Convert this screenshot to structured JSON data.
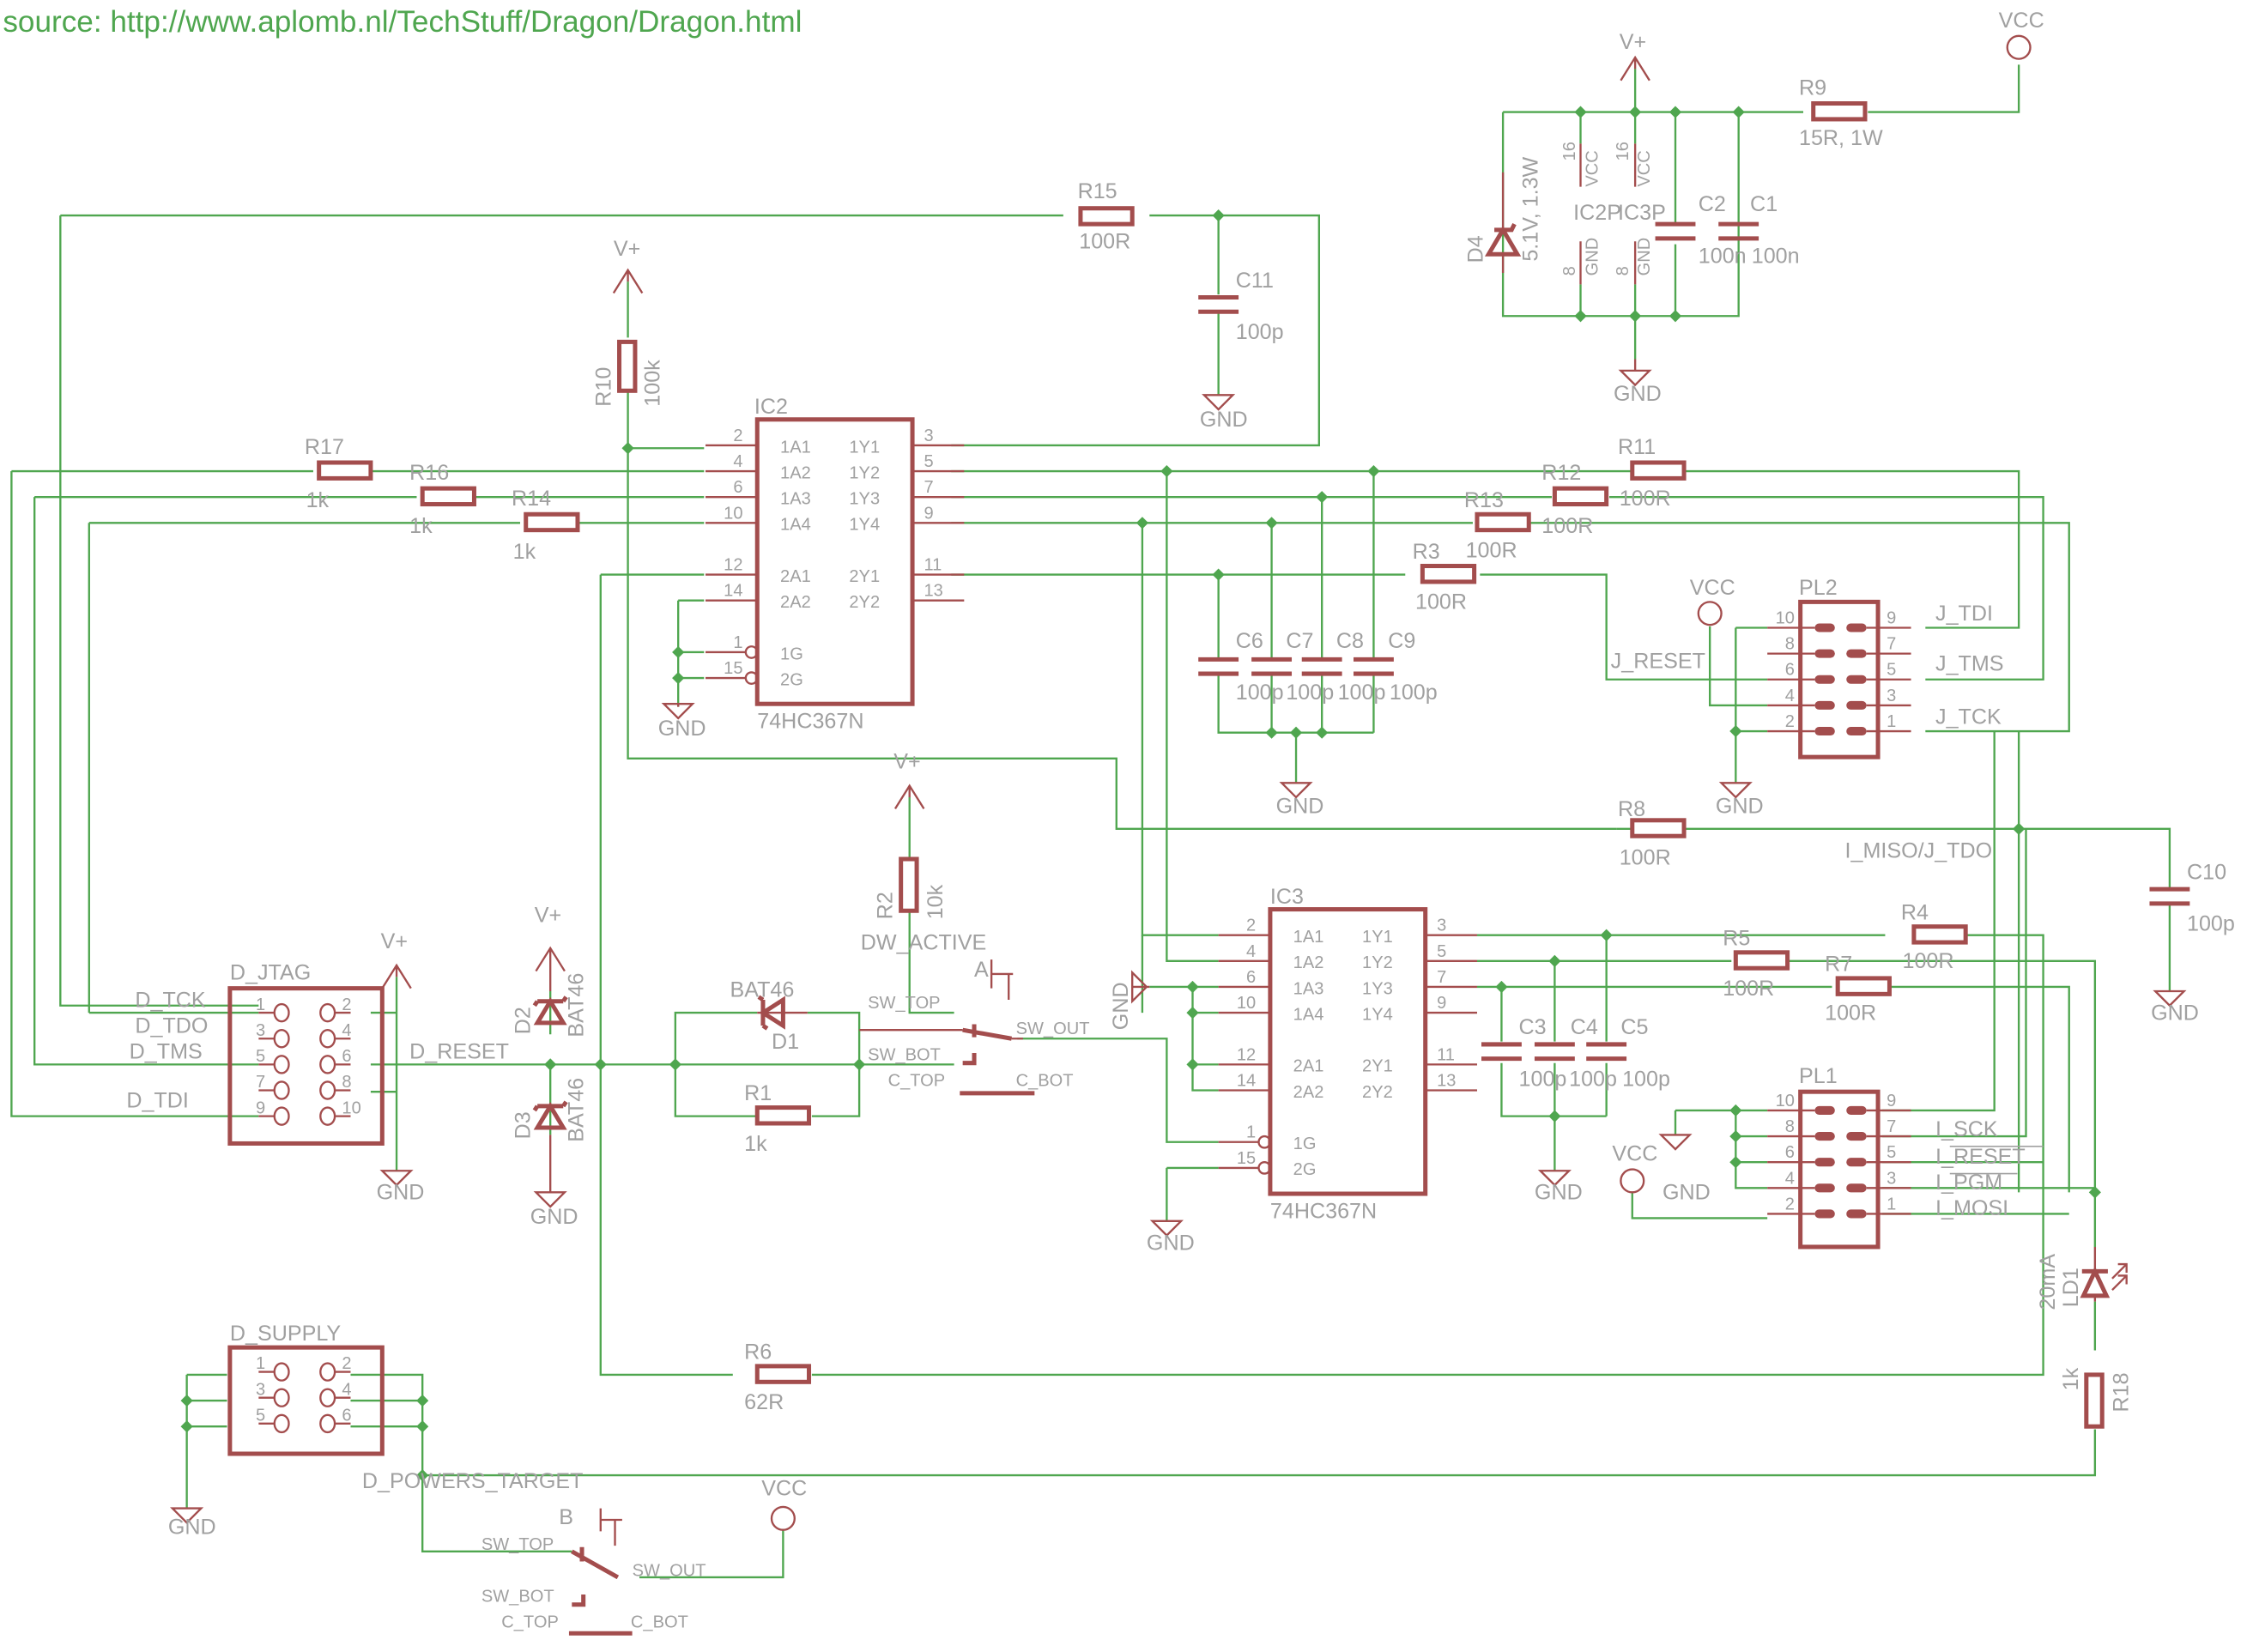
{
  "source_caption": "source: http://www.aplomb.nl/TechStuff/Dragon/Dragon.html",
  "colors": {
    "wire": "#4fa64f",
    "component": "#a34d4d",
    "label": "#a0a0a0",
    "caption": "#4fa64f"
  },
  "power": {
    "vplus": "V+",
    "vcc": "VCC",
    "gnd": "GND"
  },
  "ic2": {
    "name": "IC2",
    "part": "74HC367N",
    "left_pins": [
      {
        "num": "2",
        "name": "1A1"
      },
      {
        "num": "4",
        "name": "1A2"
      },
      {
        "num": "6",
        "name": "1A3"
      },
      {
        "num": "10",
        "name": "1A4"
      },
      {
        "num": "12",
        "name": "2A1"
      },
      {
        "num": "14",
        "name": "2A2"
      },
      {
        "num": "1",
        "name": "1G"
      },
      {
        "num": "15",
        "name": "2G"
      }
    ],
    "right_pins": [
      {
        "num": "3",
        "name": "1Y1"
      },
      {
        "num": "5",
        "name": "1Y2"
      },
      {
        "num": "7",
        "name": "1Y3"
      },
      {
        "num": "9",
        "name": "1Y4"
      },
      {
        "num": "11",
        "name": "2Y1"
      },
      {
        "num": "13",
        "name": "2Y2"
      }
    ]
  },
  "ic3": {
    "name": "IC3",
    "part": "74HC367N",
    "left_pins": [
      {
        "num": "2",
        "name": "1A1"
      },
      {
        "num": "4",
        "name": "1A2"
      },
      {
        "num": "6",
        "name": "1A3"
      },
      {
        "num": "10",
        "name": "1A4"
      },
      {
        "num": "12",
        "name": "2A1"
      },
      {
        "num": "14",
        "name": "2A2"
      },
      {
        "num": "1",
        "name": "1G"
      },
      {
        "num": "15",
        "name": "2G"
      }
    ],
    "right_pins": [
      {
        "num": "3",
        "name": "1Y1"
      },
      {
        "num": "5",
        "name": "1Y2"
      },
      {
        "num": "7",
        "name": "1Y3"
      },
      {
        "num": "9",
        "name": "1Y4"
      },
      {
        "num": "11",
        "name": "2Y1"
      },
      {
        "num": "13",
        "name": "2Y2"
      }
    ]
  },
  "power_block": {
    "ic2p": "IC2P",
    "ic3p": "IC3P",
    "vcc_pin": "16",
    "vcc_name": "VCC",
    "gnd_pin": "8",
    "gnd_name": "GND",
    "d4": {
      "name": "D4",
      "value": "5.1V, 1.3W"
    },
    "r9": {
      "name": "R9",
      "value": "15R, 1W"
    },
    "c2": {
      "name": "C2",
      "value": "100n"
    },
    "c1": {
      "name": "C1",
      "value": "100n"
    }
  },
  "resistors": {
    "r1": {
      "name": "R1",
      "value": "1k"
    },
    "r2": {
      "name": "R2",
      "value": "10k"
    },
    "r3": {
      "name": "R3",
      "value": "100R"
    },
    "r4": {
      "name": "R4",
      "value": "100R"
    },
    "r5": {
      "name": "R5",
      "value": "100R"
    },
    "r6": {
      "name": "R6",
      "value": "62R"
    },
    "r7": {
      "name": "R7",
      "value": "100R"
    },
    "r8": {
      "name": "R8",
      "value": "100R"
    },
    "r10": {
      "name": "R10",
      "value": "100k"
    },
    "r11": {
      "name": "R11",
      "value": "100R"
    },
    "r12": {
      "name": "R12",
      "value": "100R"
    },
    "r13": {
      "name": "R13",
      "value": "100R"
    },
    "r14": {
      "name": "R14",
      "value": "1k"
    },
    "r15": {
      "name": "R15",
      "value": "100R"
    },
    "r16": {
      "name": "R16",
      "value": "1k"
    },
    "r17": {
      "name": "R17",
      "value": "1k"
    },
    "r18": {
      "name": "R18",
      "value": "1k"
    }
  },
  "capacitors": {
    "c3": {
      "name": "C3",
      "value": "100p"
    },
    "c4": {
      "name": "C4",
      "value": "100p"
    },
    "c5": {
      "name": "C5",
      "value": "100p"
    },
    "c6": {
      "name": "C6",
      "value": "100p"
    },
    "c7": {
      "name": "C7",
      "value": "100p"
    },
    "c8": {
      "name": "C8",
      "value": "100p"
    },
    "c9": {
      "name": "C9",
      "value": "100p"
    },
    "c10": {
      "name": "C10",
      "value": "100p"
    },
    "c11": {
      "name": "C11",
      "value": "100p"
    }
  },
  "diodes": {
    "d1": {
      "name": "D1",
      "value": "BAT46"
    },
    "d2": {
      "name": "D2",
      "value": "BAT46"
    },
    "d3": {
      "name": "D3",
      "value": "BAT46"
    },
    "ld1": {
      "name": "LD1",
      "value": "20mA"
    }
  },
  "d_jtag": {
    "name": "D_JTAG",
    "pins_left": [
      "1",
      "3",
      "5",
      "7",
      "9"
    ],
    "pins_right": [
      "2",
      "4",
      "6",
      "8",
      "10"
    ],
    "signals": [
      "D_TCK",
      "D_TDO",
      "D_TMS",
      "D_TDI"
    ],
    "reset": "D_RESET"
  },
  "d_supply": {
    "name": "D_SUPPLY",
    "pins_left": [
      "1",
      "3",
      "5"
    ],
    "pins_right": [
      "2",
      "4",
      "6"
    ],
    "net": "D_POWERS_TARGET"
  },
  "pl2": {
    "name": "PL2",
    "pins_left": [
      "10",
      "8",
      "6",
      "4",
      "2"
    ],
    "pins_right": [
      "9",
      "7",
      "5",
      "3",
      "1"
    ],
    "signals": {
      "tdi": "J_TDI",
      "tms": "J_TMS",
      "tck": "J_TCK",
      "reset": "J_RESET"
    }
  },
  "pl1": {
    "name": "PL1",
    "pins_left": [
      "10",
      "8",
      "6",
      "4",
      "2"
    ],
    "pins_right": [
      "9",
      "7",
      "5",
      "3",
      "1"
    ],
    "signals": {
      "sck": "I_SCK",
      "reset": "I_RESET",
      "pgm": "I_PGM",
      "mosi": "I_MOSI"
    }
  },
  "miso_net": "I_MISO/J_TDO",
  "dw_active": "DW_ACTIVE",
  "switch_a": {
    "name": "A",
    "sw_top": "SW_TOP",
    "sw_bot": "SW_BOT",
    "sw_out": "SW_OUT",
    "c_top": "C_TOP",
    "c_bot": "C_BOT"
  },
  "switch_b": {
    "name": "B",
    "sw_top": "SW_TOP",
    "sw_bot": "SW_BOT",
    "sw_out": "SW_OUT",
    "c_top": "C_TOP",
    "c_bot": "C_BOT"
  }
}
